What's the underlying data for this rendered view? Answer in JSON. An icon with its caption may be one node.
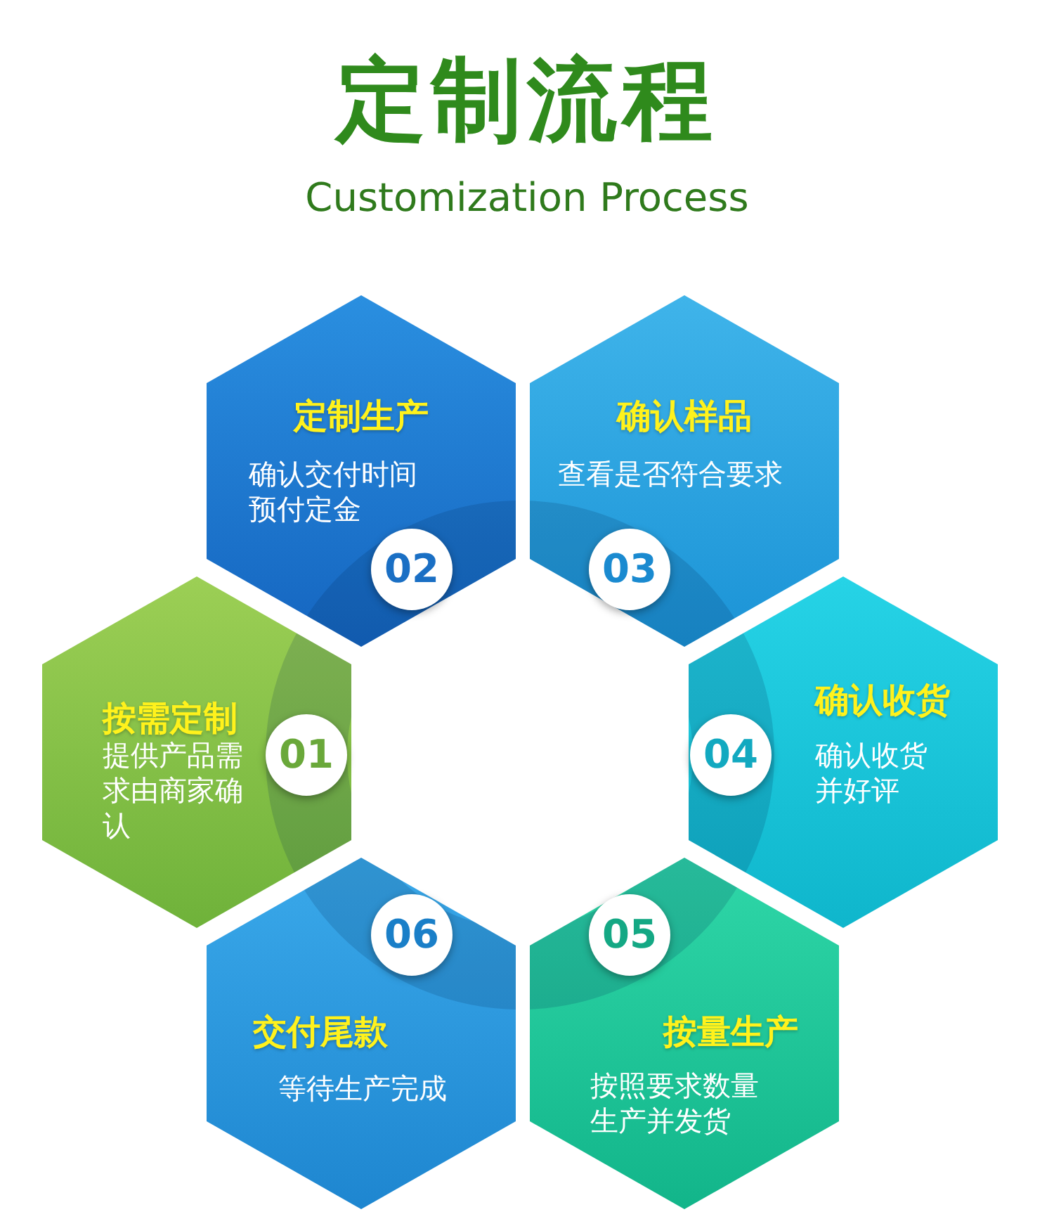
{
  "diagram": {
    "title": "定制流程",
    "caption": "Customization Process",
    "nodes": [
      {
        "text": [
          "按需定制",
          "提供产品需求由商家确认",
          "01"
        ]
      },
      {
        "text": [
          "定制生产",
          "确认交付时间预付定金",
          "02"
        ]
      },
      {
        "text": [
          "确认样品",
          "查看是否符合要求",
          "03"
        ]
      },
      {
        "text": [
          "04",
          "确认收货",
          "确认收货并好评"
        ]
      },
      {
        "text": [
          "05",
          "按量生产",
          "按照要求数量生产并发货"
        ]
      },
      {
        "text": [
          "06",
          "交付尾款",
          "等待生产完成"
        ]
      }
    ]
  }
}
